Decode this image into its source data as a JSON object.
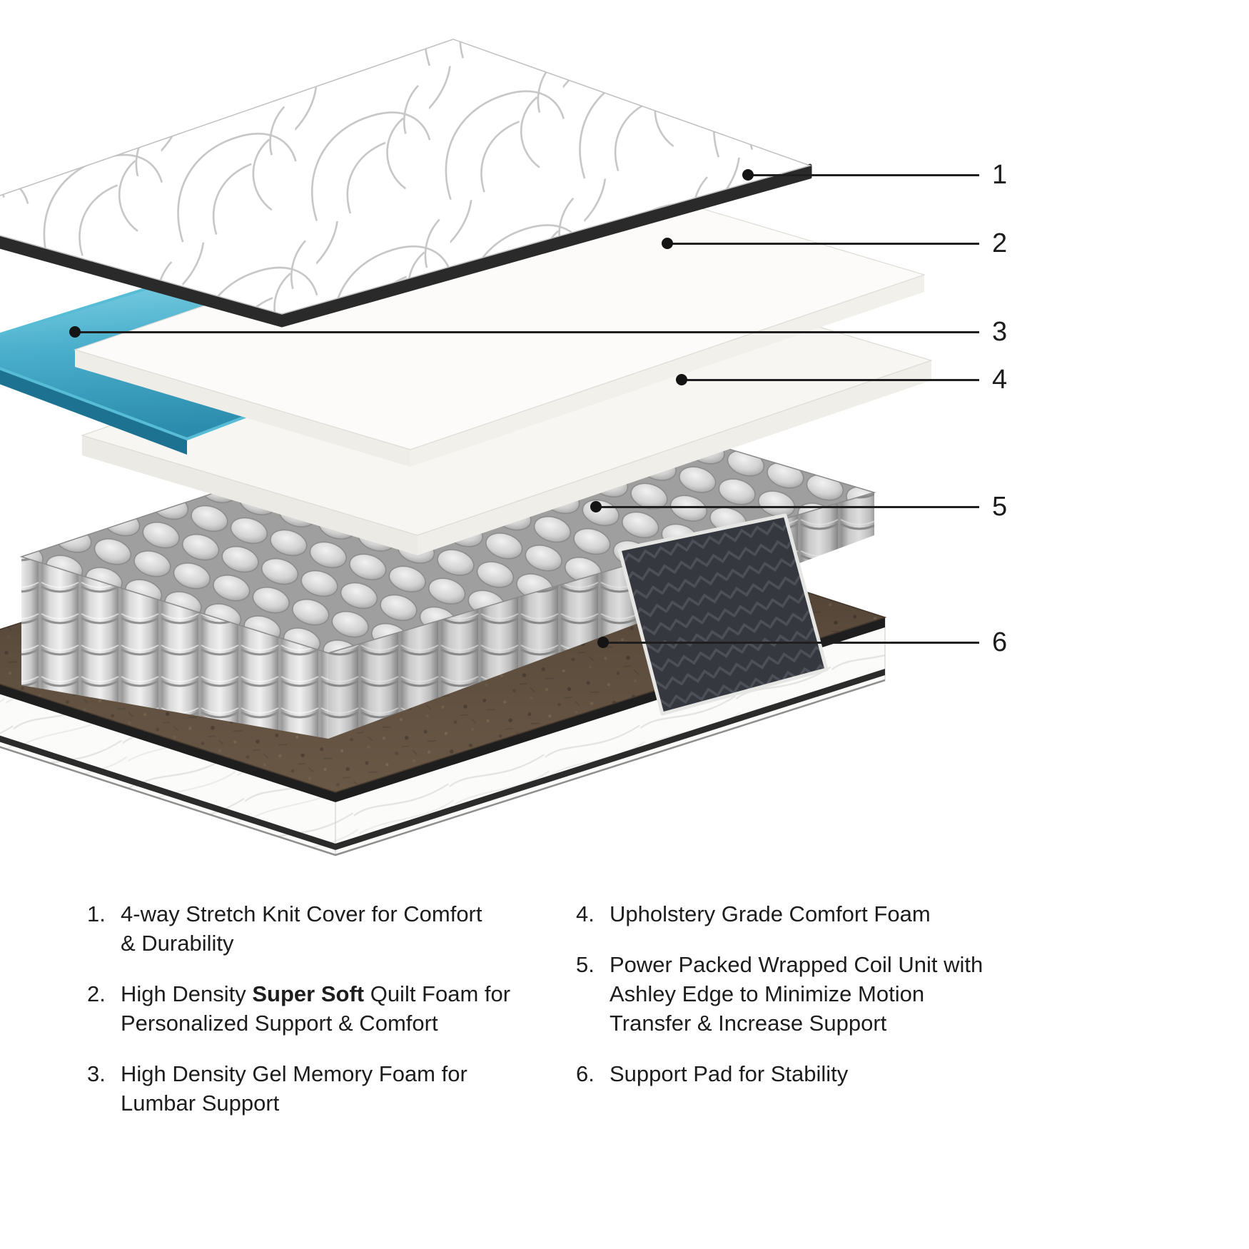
{
  "figure": {
    "callouts": [
      {
        "label": "1"
      },
      {
        "label": "2"
      },
      {
        "label": "3"
      },
      {
        "label": "4"
      },
      {
        "label": "5"
      },
      {
        "label": "6"
      }
    ]
  },
  "legend": {
    "items": [
      {
        "number": "1.",
        "lines": [
          [
            {
              "t": "4-way Stretch Knit Cover for Comfort"
            }
          ],
          [
            {
              "t": "& Durability"
            }
          ]
        ]
      },
      {
        "number": "2.",
        "lines": [
          [
            {
              "t": "High Density "
            },
            {
              "t": "Super Soft",
              "b": true
            },
            {
              "t": " Quilt Foam for"
            }
          ],
          [
            {
              "t": "Personalized Support & Comfort"
            }
          ]
        ]
      },
      {
        "number": "3.",
        "lines": [
          [
            {
              "t": "High Density Gel Memory Foam for"
            }
          ],
          [
            {
              "t": "Lumbar Support"
            }
          ]
        ]
      },
      {
        "number": "4.",
        "lines": [
          [
            {
              "t": "Upholstery Grade Comfort Foam"
            }
          ]
        ]
      },
      {
        "number": "5.",
        "lines": [
          [
            {
              "t": "Power Packed Wrapped Coil Unit with"
            }
          ],
          [
            {
              "t": "Ashley Edge to Minimize Motion"
            }
          ],
          [
            {
              "t": "Transfer & Increase Support"
            }
          ]
        ]
      },
      {
        "number": "6.",
        "lines": [
          [
            {
              "t": "Support Pad for Stability"
            }
          ]
        ]
      }
    ],
    "columns": [
      [
        0,
        1,
        2
      ],
      [
        3,
        4,
        5
      ]
    ]
  },
  "colors": {
    "gel": "#49aecb",
    "gel_dark": "#1d7191",
    "cover_edge": "#2a2a2a",
    "wedge": "#35383e",
    "callout_line": "#1f1f1f",
    "text": "#1d1d1d"
  }
}
